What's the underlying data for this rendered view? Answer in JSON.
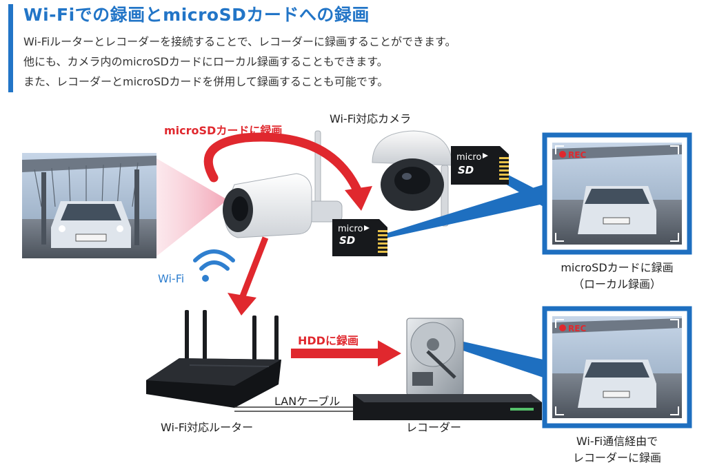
{
  "header": {
    "title": "Wi-Fiでの録画とmicroSDカードへの録画",
    "lines": [
      "Wi-Fiルーターとレコーダーを接続することで、レコーダーに録画することができます。",
      "他にも、カメラ内のmicroSDカードにローカル録画することもできます。",
      "また、レコーダーとmicroSDカードを併用して録画することも可能です。"
    ]
  },
  "labels": {
    "camera": "Wi-Fi対応カメラ",
    "sd_record": "microSDカードに録画",
    "wifi": "Wi-Fi",
    "hdd_record": "HDDに録画",
    "lan_cable": "LANケーブル",
    "router": "Wi-Fi対応ルーター",
    "recorder": "レコーダー",
    "local_line1": "microSDカードに録画",
    "local_line2": "（ローカル録画）",
    "recorder_line1": "Wi-Fi通信経由で",
    "recorder_line2": "レコーダーに録画"
  },
  "sdcard": {
    "micro": "micro",
    "sd": "SD"
  },
  "rec_badge": "REC",
  "colors": {
    "accent": "#2275c7",
    "red": "#e0282e",
    "link_blue": "#1e6fc0"
  }
}
